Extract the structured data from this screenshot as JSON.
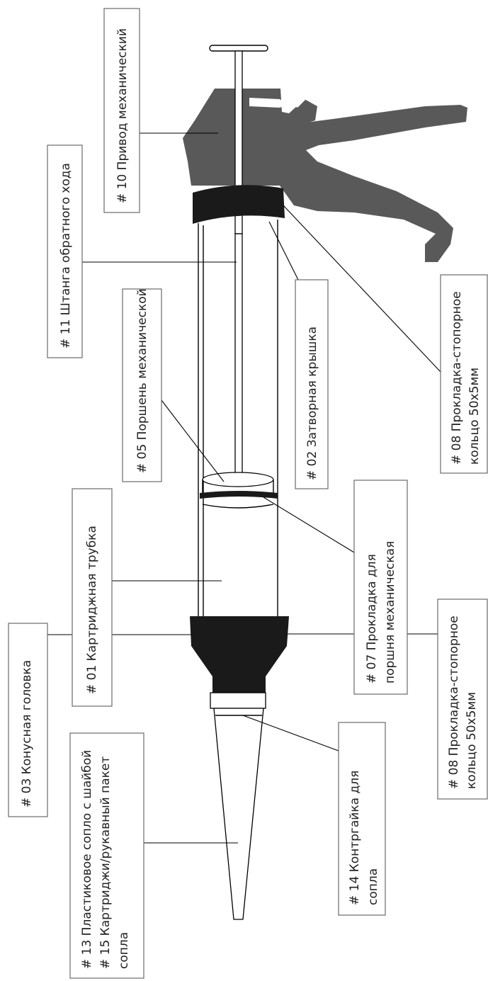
{
  "colors": {
    "handle": "#595959",
    "dark_parts": "#1a1a1a",
    "outline": "#000000",
    "background": "#ffffff"
  },
  "labels": {
    "drive": "# 10 Привод механический",
    "return_rod": "# 11 Штанга обратного хода",
    "cap": "# 02 Затворная крышка",
    "ring_top_1": "# 08 Прокладка-стопорное",
    "ring_top_2": "кольцо 50х5мм",
    "piston": "# 05 Поршень механической",
    "cartridge_tube": "# 01 Картриджная трубка",
    "piston_seal_1": "# 07 Прокладка для",
    "piston_seal_2": "поршня механическая",
    "cone_head": "# 03 Конусная головка",
    "ring_bottom_1": "# 08 Прокладка-стопорное",
    "ring_bottom_2": "кольцо 50х5мм",
    "nozzle_1": "# 13 Пластиковое сопло с шайбой",
    "nozzle_2": "# 15 Картриджи/рукавный пакет",
    "nozzle_3": "сопла",
    "locknut_1": "# 14 Контргайка для",
    "locknut_2": "сопла"
  }
}
